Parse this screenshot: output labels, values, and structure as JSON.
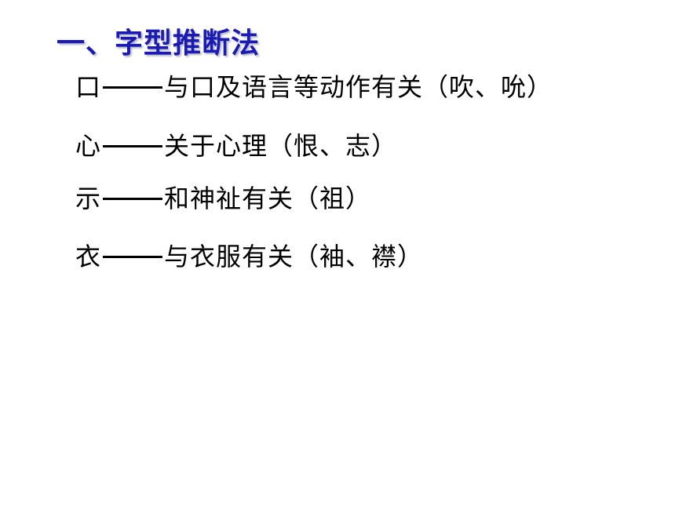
{
  "heading": "一、字型推断法",
  "rules": [
    {
      "radical": "口",
      "dash": "——",
      "text": "与口及语言等动作有关（吹、吮）"
    },
    {
      "radical": "心",
      "dash": "——",
      "text": "关于心理（恨、志）"
    },
    {
      "radical": "示",
      "dash": "——",
      "text": "和神祉有关（祖）"
    },
    {
      "radical": "衣",
      "dash": "——",
      "text": "与衣服有关（袖、襟）"
    }
  ],
  "colors": {
    "heading": "#1a1ab4",
    "body_text": "#000000",
    "background": "#ffffff"
  }
}
